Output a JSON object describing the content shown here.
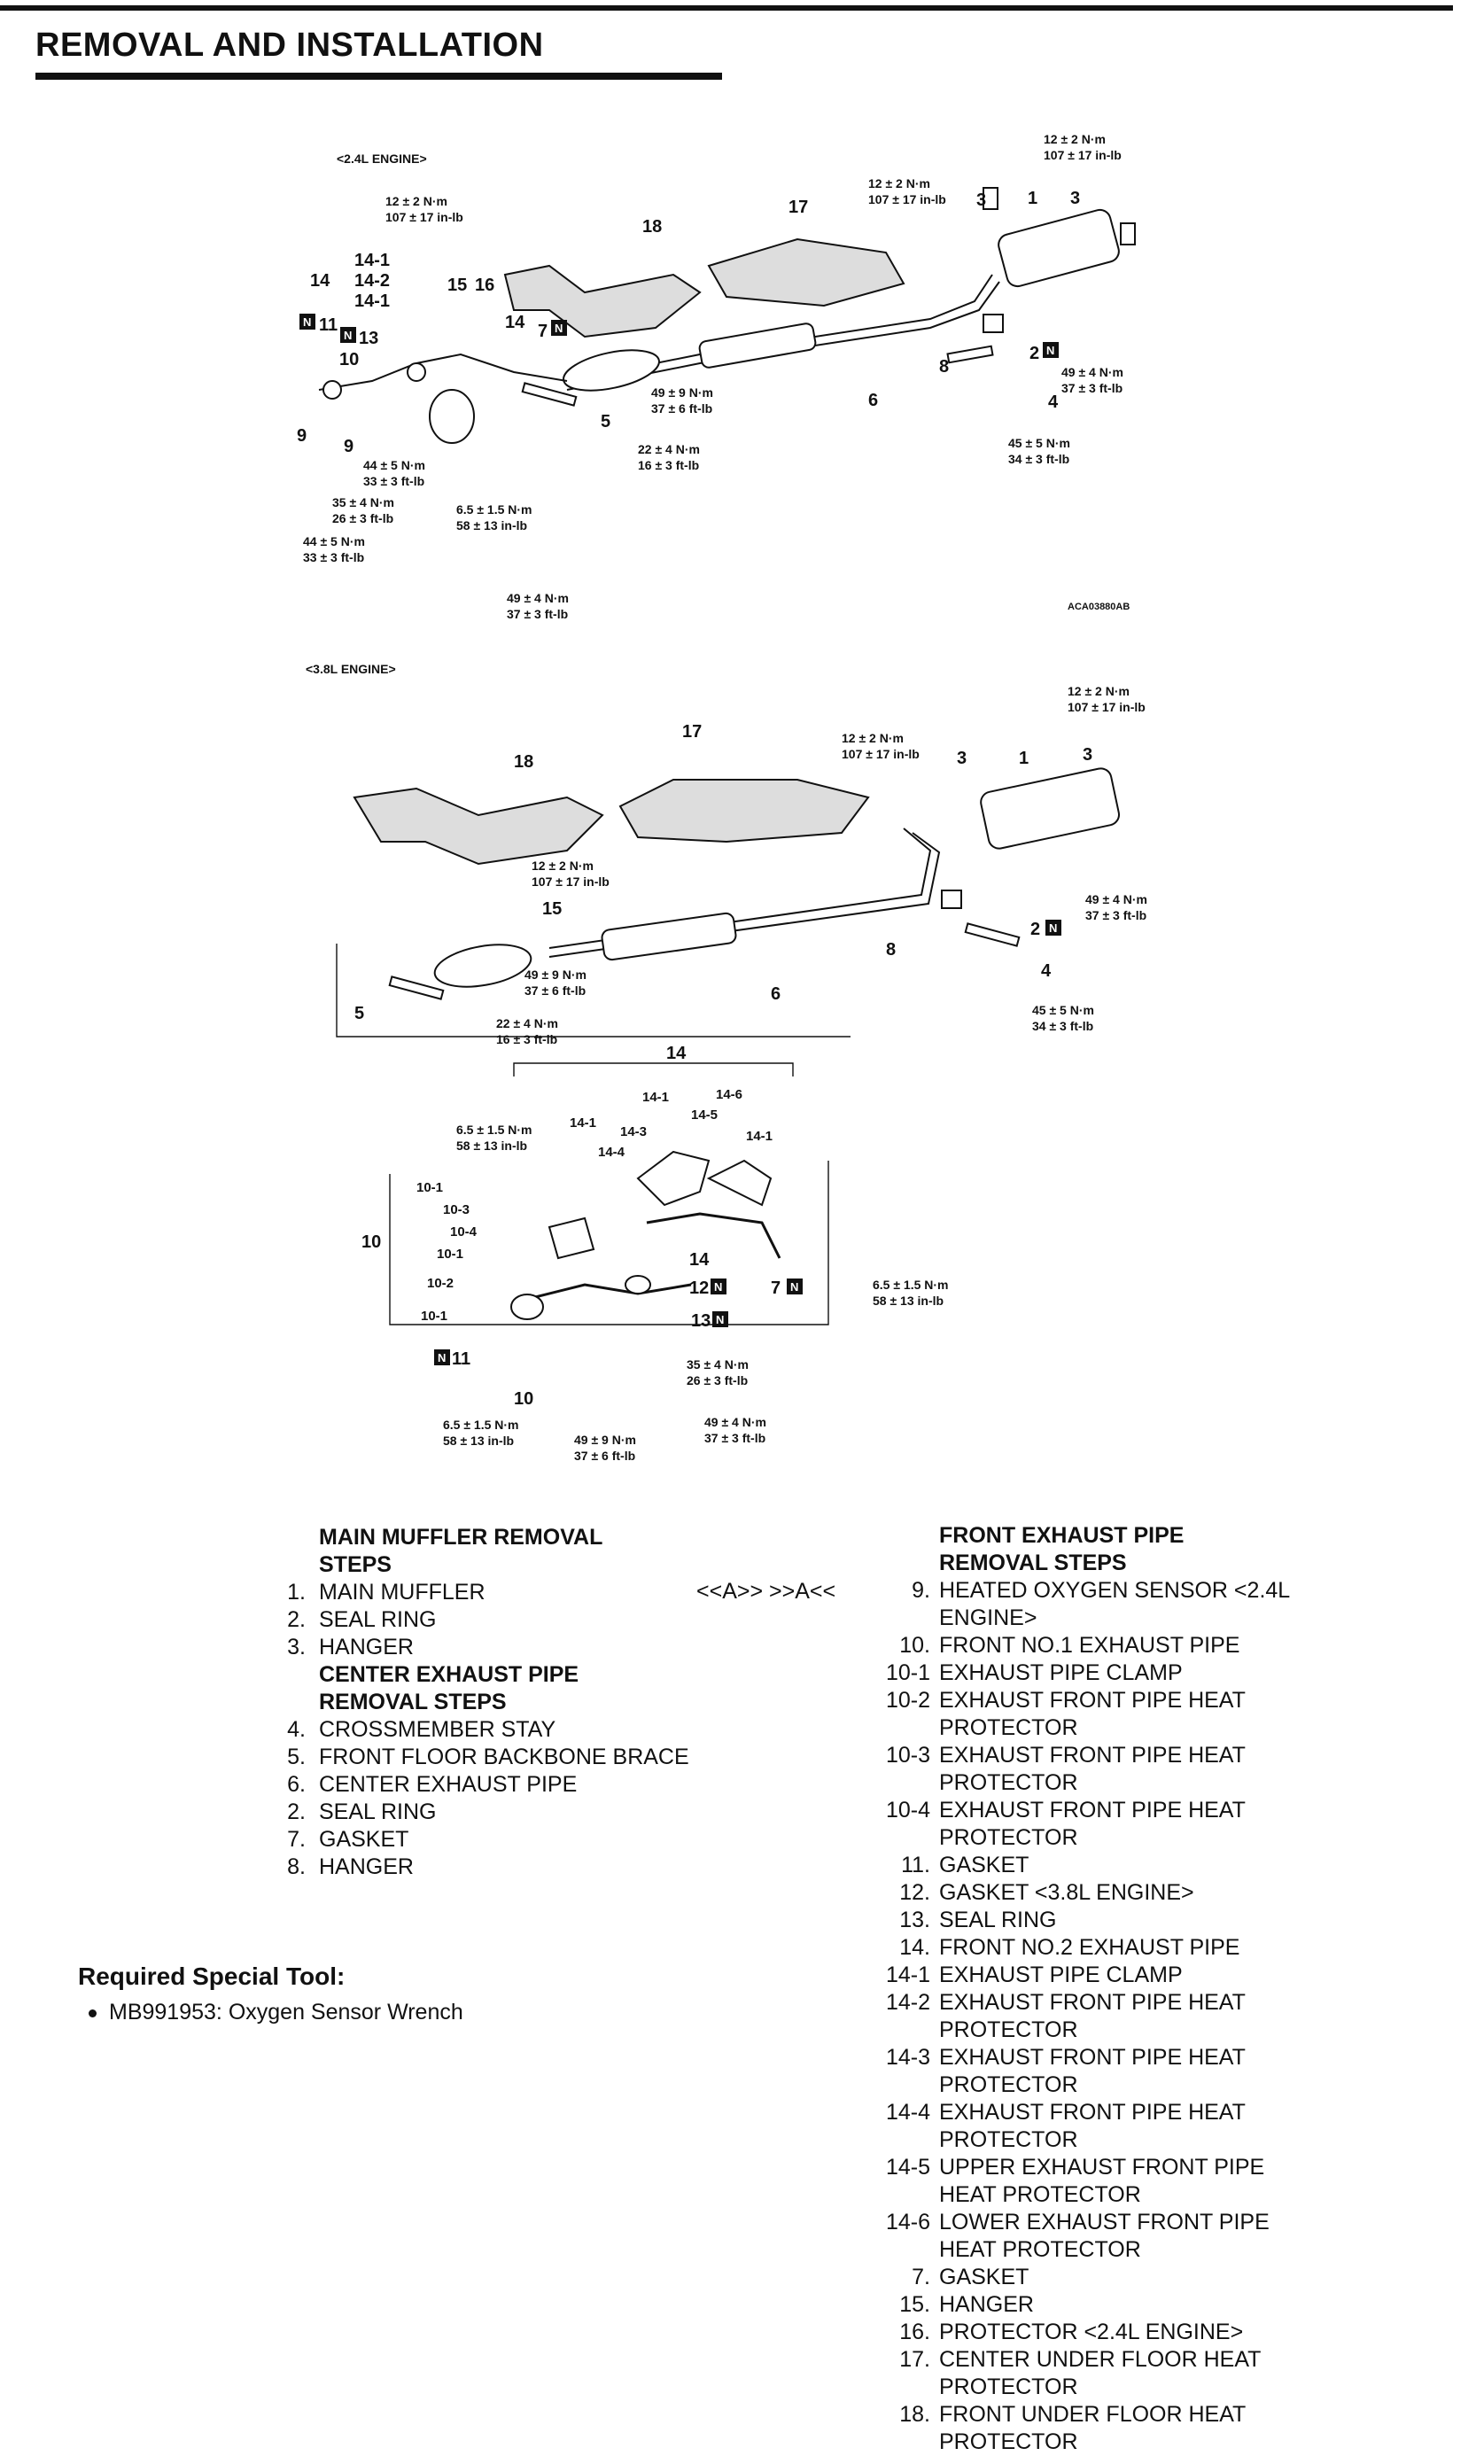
{
  "title": "REMOVAL AND INSTALLATION",
  "diagram": {
    "engine24": "<2.4L ENGINE>",
    "engine38": "<3.8L ENGINE>",
    "figure_code": "ACA03880AB",
    "torque": {
      "t12": [
        "12 ± 2 N·m",
        "107 ± 17 in-lb"
      ],
      "t49_9": [
        "49 ± 9 N·m",
        "37 ± 6 ft-lb"
      ],
      "t49_4": [
        "49 ± 4 N·m",
        "37 ± 3 ft-lb"
      ],
      "t22": [
        "22 ± 4 N·m",
        "16 ± 3 ft-lb"
      ],
      "t45": [
        "45 ± 5 N·m",
        "34 ± 3 ft-lb"
      ],
      "t44": [
        "44 ± 5 N·m",
        "33 ± 3 ft-lb"
      ],
      "t35": [
        "35 ± 4 N·m",
        "26 ± 3 ft-lb"
      ],
      "t65": [
        "6.5 ± 1.5 N·m",
        "58 ± 13 in-lb"
      ]
    },
    "marks": {
      "n": "N",
      "a": "A"
    }
  },
  "special_tool": {
    "heading": "Required Special Tool:",
    "item": "MB991953: Oxygen Sensor Wrench"
  },
  "left_steps": [
    {
      "num": "",
      "text": "MAIN MUFFLER REMOVAL STEPS",
      "head": true
    },
    {
      "num": "1.",
      "text": "MAIN MUFFLER"
    },
    {
      "num": "2.",
      "text": "SEAL RING"
    },
    {
      "num": "3.",
      "text": "HANGER"
    },
    {
      "num": "",
      "text": "CENTER EXHAUST PIPE REMOVAL STEPS",
      "head": true
    },
    {
      "num": "4.",
      "text": "CROSSMEMBER STAY"
    },
    {
      "num": "5.",
      "text": "FRONT FLOOR BACKBONE BRACE"
    },
    {
      "num": "6.",
      "text": "CENTER EXHAUST PIPE"
    },
    {
      "num": "2.",
      "text": "SEAL RING"
    },
    {
      "num": "7.",
      "text": "GASKET"
    },
    {
      "num": "8.",
      "text": "HANGER"
    }
  ],
  "ref_marks": "<<A>>     >>A<<",
  "right_steps": [
    {
      "num": "",
      "text": "FRONT EXHAUST PIPE REMOVAL STEPS",
      "head": true
    },
    {
      "num": "9.",
      "text": "HEATED OXYGEN SENSOR <2.4L ENGINE>"
    },
    {
      "num": "10.",
      "text": "FRONT NO.1 EXHAUST PIPE"
    },
    {
      "num": "10-1",
      "text": "EXHAUST PIPE CLAMP"
    },
    {
      "num": "10-2",
      "text": "EXHAUST FRONT PIPE HEAT PROTECTOR"
    },
    {
      "num": "10-3",
      "text": "EXHAUST FRONT PIPE HEAT PROTECTOR"
    },
    {
      "num": "10-4",
      "text": "EXHAUST FRONT PIPE HEAT PROTECTOR"
    },
    {
      "num": "11.",
      "text": "GASKET"
    },
    {
      "num": "12.",
      "text": "GASKET <3.8L ENGINE>"
    },
    {
      "num": "13.",
      "text": "SEAL RING"
    },
    {
      "num": "14.",
      "text": "FRONT NO.2 EXHAUST PIPE"
    },
    {
      "num": "14-1",
      "text": "EXHAUST PIPE CLAMP"
    },
    {
      "num": "14-2",
      "text": "EXHAUST FRONT PIPE HEAT PROTECTOR"
    },
    {
      "num": "14-3",
      "text": "EXHAUST FRONT PIPE HEAT PROTECTOR"
    },
    {
      "num": "14-4",
      "text": "EXHAUST FRONT PIPE HEAT PROTECTOR"
    },
    {
      "num": "14-5",
      "text": "UPPER EXHAUST FRONT PIPE HEAT PROTECTOR"
    },
    {
      "num": "14-6",
      "text": "LOWER EXHAUST FRONT PIPE HEAT PROTECTOR"
    },
    {
      "num": "7.",
      "text": "GASKET"
    },
    {
      "num": "15.",
      "text": "HANGER"
    },
    {
      "num": "16.",
      "text": "PROTECTOR <2.4L ENGINE>"
    },
    {
      "num": "17.",
      "text": "CENTER UNDER FLOOR HEAT PROTECTOR"
    },
    {
      "num": "18.",
      "text": "FRONT UNDER FLOOR HEAT PROTECTOR"
    }
  ]
}
